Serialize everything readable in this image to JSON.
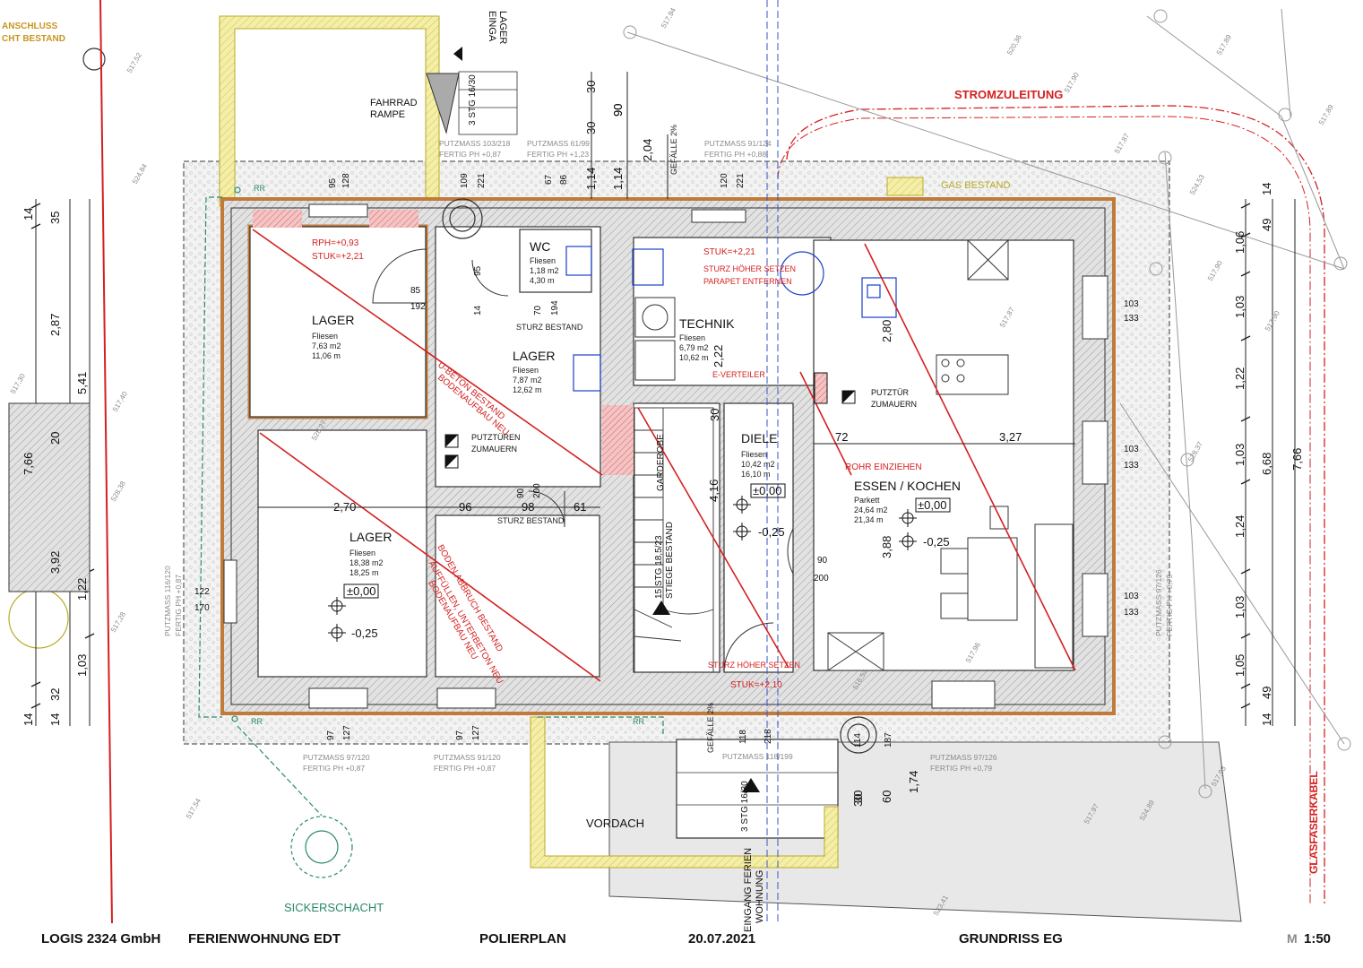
{
  "title_block": {
    "company": "LOGIS 2324 GmbH",
    "project": "FERIENWOHNUNG EDT",
    "plan_type": "POLIERPLAN",
    "date": "20.07.2021",
    "sheet": "GRUNDRISS EG",
    "scale_prefix": "M",
    "scale": "1:50"
  },
  "rooms": {
    "lager1": {
      "name": "LAGER",
      "floor": "Fliesen",
      "area": "7,63 m2",
      "perimeter": "11,06 m"
    },
    "lager2": {
      "name": "LAGER",
      "floor": "Fliesen",
      "area": "7,87 m2",
      "perimeter": "12,62 m"
    },
    "lager3": {
      "name": "LAGER",
      "floor": "Fliesen",
      "area": "18,38 m2",
      "perimeter": "18,25 m",
      "level": "±0,00",
      "level2": "-0,25"
    },
    "wc": {
      "name": "WC",
      "floor": "Fliesen",
      "area": "1,18 m2",
      "perimeter": "4,30 m"
    },
    "technik": {
      "name": "TECHNIK",
      "floor": "Fliesen",
      "area": "6,79 m2",
      "perimeter": "10,62 m"
    },
    "diele": {
      "name": "DIELE",
      "floor": "Fliesen",
      "area": "10,42 m2",
      "perimeter": "16,10 m",
      "level": "±0,00",
      "level2": "-0,25"
    },
    "essen": {
      "name": "ESSEN / KOCHEN",
      "floor": "Parkett",
      "area": "24,64 m2",
      "perimeter": "21,34 m",
      "level": "±0,00",
      "level2": "-0,25"
    }
  },
  "labels": {
    "stromzuleitung": "STROMZULEITUNG",
    "gas": "GAS BESTAND",
    "glasfaser": "GLASFASERKABEL",
    "sickerschacht": "SICKERSCHACHT",
    "vordach": "VORDACH",
    "fahrrad1": "FAHRRAD",
    "fahrrad2": "RAMPE",
    "anschluss1": "ANSCHLUSS",
    "anschluss2": "CHT BESTAND",
    "eingang_lager1": "EINGA",
    "eingang_lager2": "LAGER",
    "eingang_fw1": "EINGANG FERIEN",
    "eingang_fw2": "WOHNUNG",
    "rph": "RPH=+0,93",
    "stuk1": "STUK=+2,21",
    "stuk2": "STUK=+2,21",
    "sturz_hoeher": "STURZ HÖHER SETZEN",
    "parapet": "PARAPET ENTFERNEN",
    "e_verteiler": "E-VERTEILER",
    "putztuer": "PUTZTÜR",
    "zumauern": "ZUMAUERN",
    "putztueren": "PUTZTÜREN",
    "zumauern2": "ZUMAUERN",
    "rohr": "ROHR EINZIEHEN",
    "sturz_bestand": "STURZ BESTAND",
    "stuk3": "STUK=+2,10",
    "sturz_hoeher2": "STURZ HÖHER SETZEN",
    "stiege": "STIEGE BESTAND",
    "stg": "3 STG 16/30",
    "stg2": "15 STG 18,5/23",
    "boden1": "BODEN ABBRUCH BESTAND",
    "boden2": "AUFFÜLLEN, UNTERBETON NEU",
    "boden3": "BODENAUFBAU NEU",
    "ubeton1": "U-BETON BESTAND",
    "ubeton2": "BODENAUFBAU NEU",
    "rr": "RR",
    "gefaelle": "GEFÄLLE 2%",
    "garderobe": "GARDEROBE"
  },
  "dims": {
    "left": [
      "14",
      "35",
      "2,87",
      "5,41",
      "20",
      "7,66",
      "3,92",
      "1,22",
      "1,03",
      "32",
      "14",
      "14"
    ],
    "right": [
      "14",
      "49",
      "1,06",
      "1,03",
      "1,22",
      "6,68",
      "7,66",
      "1,03",
      "1,24",
      "1,03",
      "1,05",
      "49",
      "14"
    ],
    "inner": [
      "2,70",
      "96",
      "98",
      "61",
      "72",
      "3,27",
      "4,16",
      "2,22",
      "3,88",
      "2,80",
      "30",
      "90",
      "30",
      "30",
      "1,14",
      "2,04",
      "1,14",
      "90",
      "60",
      "1,74",
      "30",
      "30"
    ],
    "openings": [
      "95",
      "128",
      "109",
      "221",
      "67",
      "86",
      "120",
      "221",
      "85",
      "192",
      "95",
      "14",
      "70",
      "194",
      "90",
      "200",
      "90",
      "200",
      "103",
      "133",
      "103",
      "133",
      "103",
      "133",
      "122",
      "170",
      "97",
      "127",
      "97",
      "127",
      "118",
      "218",
      "114",
      "187"
    ]
  },
  "putzmass": {
    "p1": "PUTZMASS 103/218",
    "p1b": "FERTIG PH +0,87",
    "p2": "PUTZMASS 61/99",
    "p2b": "FERTIG PH +1,23",
    "p3": "PUTZMASS 91/124",
    "p3b": "FERTIG PH +0,88",
    "p4": "PUTZMASS 97/120",
    "p4b": "FERTIG PH +0,87",
    "p5": "PUTZMASS 91/120",
    "p5b": "FERTIG PH +0,87",
    "p6": "PUTZMASS 118/199",
    "p7": "PUTZMASS 97/126",
    "p7b": "FERTIG PH +0,79",
    "p8": "PUTZMASS 116/120",
    "p8b": "FERTIG PH +0,87",
    "p9": "PUTZMASS 97/126",
    "p9b": "FERTIG PH +0,79"
  },
  "spot_heights": [
    "517,52",
    "517,94",
    "520,36",
    "517,90",
    "517,89",
    "517,89",
    "517,87",
    "524,84",
    "524,53",
    "517,90",
    "517,90",
    "517,87",
    "517,40",
    "517,30",
    "528,38",
    "517,28",
    "528,27",
    "517,54",
    "517,97",
    "524,89",
    "517,93",
    "517,96",
    "516,52",
    "523,41",
    "528,37"
  ],
  "colors": {
    "wall_fill": "#d7d7d7",
    "wall_outline": "#c07a3a",
    "red": "#d42020",
    "yellow": "#d8cc3a",
    "green": "#2a8a6a",
    "blue": "#1a3fc8",
    "grey_area": "#e6e6e6"
  }
}
